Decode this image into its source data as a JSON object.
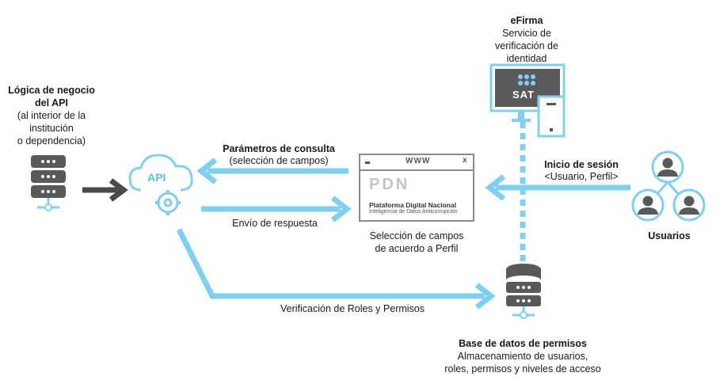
{
  "logic": {
    "title1": "Lógica de negocio",
    "title2": "del API",
    "sub1": "(al interior de la",
    "sub2": "institución",
    "sub3": "o dependencia)"
  },
  "api_label": "API",
  "params": {
    "title": "Parámetros de consulta",
    "sub": "(selección de campos)"
  },
  "response_label": "Envío de respuesta",
  "verification_label": "Verificación de Roles y Permisos",
  "pdn": {
    "www": "WWW",
    "close": "x",
    "logo": "PDN",
    "title": "Plataforma Digital Nacional",
    "subtitle": "Inteligencia de Datos Anticorrupción",
    "caption1": "Selección de campos",
    "caption2": "de acuerdo a Perfil"
  },
  "efirma": {
    "title": "eFirma",
    "sub1": "Servicio de",
    "sub2": "verificación de",
    "sub3": "identidad",
    "sat": "SAT"
  },
  "login": {
    "title": "Inicio de sesión",
    "sub": "<Usuario, Perfil>"
  },
  "users_label": "Usuarios",
  "db": {
    "title": "Base de datos de permisos",
    "sub1": "Almacenamiento de usuarios,",
    "sub2": "roles, permisos y niveles de acceso"
  },
  "colors": {
    "accent": "#7fd0f0",
    "dark": "#4a4a4a",
    "gray": "#777777"
  },
  "icons": [
    "server-icon",
    "cloud-gear-icon",
    "browser-window-icon",
    "monitor-icon",
    "users-icon",
    "database-icon"
  ]
}
